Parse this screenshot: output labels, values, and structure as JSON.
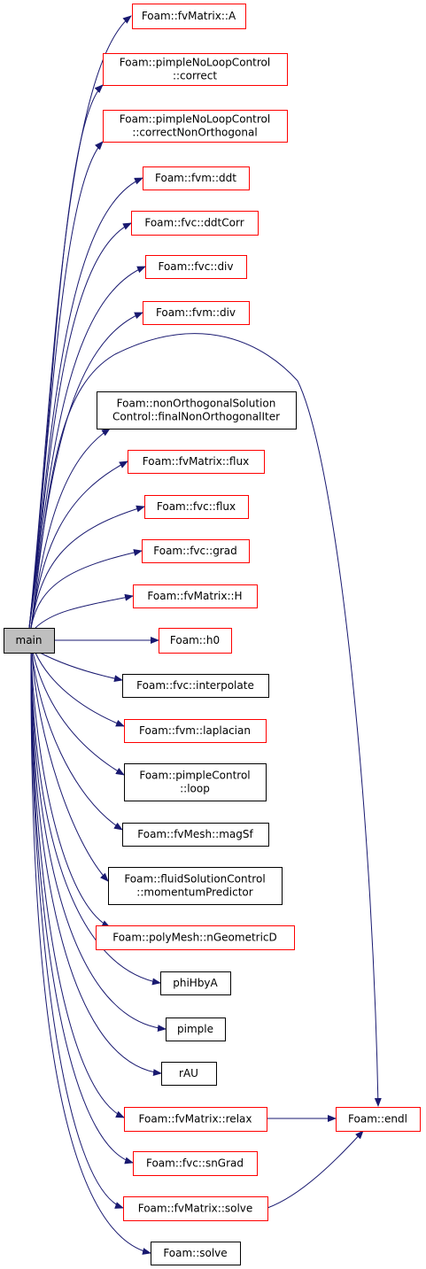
{
  "colors": {
    "edge": "#191970",
    "border_red": "#ff0000",
    "border_black": "#000000",
    "root_fill": "#bfbfbf",
    "node_fill": "#ffffff"
  },
  "graph": {
    "nodes": [
      {
        "id": "main",
        "lines": [
          "main"
        ],
        "border": "black",
        "root": true
      },
      {
        "id": "fvmatrix-a",
        "lines": [
          "Foam::fvMatrix::A"
        ],
        "border": "red"
      },
      {
        "id": "pimplenoloop-correct",
        "lines": [
          "Foam::pimpleNoLoopControl",
          "::correct"
        ],
        "border": "red"
      },
      {
        "id": "pimplenoloop-correctnonorth",
        "lines": [
          "Foam::pimpleNoLoopControl",
          "::correctNonOrthogonal"
        ],
        "border": "red"
      },
      {
        "id": "fvm-ddt",
        "lines": [
          "Foam::fvm::ddt"
        ],
        "border": "red"
      },
      {
        "id": "fvc-ddtcorr",
        "lines": [
          "Foam::fvc::ddtCorr"
        ],
        "border": "red"
      },
      {
        "id": "fvc-div",
        "lines": [
          "Foam::fvc::div"
        ],
        "border": "red"
      },
      {
        "id": "fvm-div",
        "lines": [
          "Foam::fvm::div"
        ],
        "border": "red"
      },
      {
        "id": "nonorth-finaliter",
        "lines": [
          "Foam::nonOrthogonalSolution",
          "Control::finalNonOrthogonalIter"
        ],
        "border": "black"
      },
      {
        "id": "fvmatrix-flux",
        "lines": [
          "Foam::fvMatrix::flux"
        ],
        "border": "red"
      },
      {
        "id": "fvc-flux",
        "lines": [
          "Foam::fvc::flux"
        ],
        "border": "red"
      },
      {
        "id": "fvc-grad",
        "lines": [
          "Foam::fvc::grad"
        ],
        "border": "red"
      },
      {
        "id": "fvmatrix-h",
        "lines": [
          "Foam::fvMatrix::H"
        ],
        "border": "red"
      },
      {
        "id": "foam-h0",
        "lines": [
          "Foam::h0"
        ],
        "border": "red"
      },
      {
        "id": "fvc-interpolate",
        "lines": [
          "Foam::fvc::interpolate"
        ],
        "border": "black"
      },
      {
        "id": "fvm-laplacian",
        "lines": [
          "Foam::fvm::laplacian"
        ],
        "border": "red"
      },
      {
        "id": "pimplecontrol-loop",
        "lines": [
          "Foam::pimpleControl",
          "::loop"
        ],
        "border": "black"
      },
      {
        "id": "fvmesh-magsf",
        "lines": [
          "Foam::fvMesh::magSf"
        ],
        "border": "black"
      },
      {
        "id": "fluid-momentum",
        "lines": [
          "Foam::fluidSolutionControl",
          "::momentumPredictor"
        ],
        "border": "black"
      },
      {
        "id": "polymesh-ngeometricd",
        "lines": [
          "Foam::polyMesh::nGeometricD"
        ],
        "border": "red"
      },
      {
        "id": "phihbya",
        "lines": [
          "phiHbyA"
        ],
        "border": "black"
      },
      {
        "id": "pimple",
        "lines": [
          "pimple"
        ],
        "border": "black"
      },
      {
        "id": "rau",
        "lines": [
          "rAU"
        ],
        "border": "black"
      },
      {
        "id": "fvmatrix-relax",
        "lines": [
          "Foam::fvMatrix::relax"
        ],
        "border": "red"
      },
      {
        "id": "foam-endl",
        "lines": [
          "Foam::endl"
        ],
        "border": "red"
      },
      {
        "id": "fvc-sngrad",
        "lines": [
          "Foam::fvc::snGrad"
        ],
        "border": "red"
      },
      {
        "id": "fvmatrix-solve",
        "lines": [
          "Foam::fvMatrix::solve"
        ],
        "border": "red"
      },
      {
        "id": "foam-solve",
        "lines": [
          "Foam::solve"
        ],
        "border": "black"
      }
    ],
    "edges": [
      {
        "from": "main",
        "to": "fvmatrix-a"
      },
      {
        "from": "main",
        "to": "pimplenoloop-correct"
      },
      {
        "from": "main",
        "to": "pimplenoloop-correctnonorth"
      },
      {
        "from": "main",
        "to": "fvm-ddt"
      },
      {
        "from": "main",
        "to": "fvc-ddtcorr"
      },
      {
        "from": "main",
        "to": "fvc-div"
      },
      {
        "from": "main",
        "to": "fvm-div"
      },
      {
        "from": "main",
        "to": "foam-endl"
      },
      {
        "from": "main",
        "to": "nonorth-finaliter"
      },
      {
        "from": "main",
        "to": "fvmatrix-flux"
      },
      {
        "from": "main",
        "to": "fvc-flux"
      },
      {
        "from": "main",
        "to": "fvc-grad"
      },
      {
        "from": "main",
        "to": "fvmatrix-h"
      },
      {
        "from": "main",
        "to": "foam-h0"
      },
      {
        "from": "main",
        "to": "fvc-interpolate"
      },
      {
        "from": "main",
        "to": "fvm-laplacian"
      },
      {
        "from": "main",
        "to": "pimplecontrol-loop"
      },
      {
        "from": "main",
        "to": "fvmesh-magsf"
      },
      {
        "from": "main",
        "to": "fluid-momentum"
      },
      {
        "from": "main",
        "to": "polymesh-ngeometricd"
      },
      {
        "from": "main",
        "to": "phihbya"
      },
      {
        "from": "main",
        "to": "pimple"
      },
      {
        "from": "main",
        "to": "rau"
      },
      {
        "from": "main",
        "to": "fvmatrix-relax"
      },
      {
        "from": "main",
        "to": "fvc-sngrad"
      },
      {
        "from": "main",
        "to": "fvmatrix-solve"
      },
      {
        "from": "main",
        "to": "foam-solve"
      },
      {
        "from": "fvmatrix-relax",
        "to": "foam-endl"
      },
      {
        "from": "fvmatrix-solve",
        "to": "foam-endl"
      }
    ]
  }
}
